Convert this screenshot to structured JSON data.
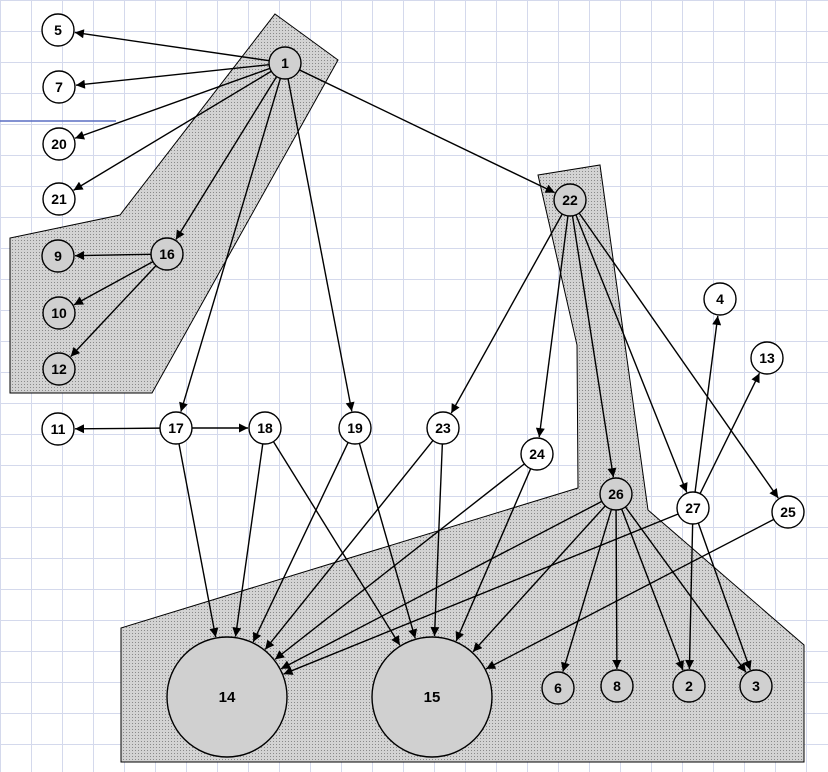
{
  "colors": {
    "region_fill": "#cfcfcf",
    "stroke": "#000000",
    "node_fill": "#ffffff",
    "node_in_region_fill": "#d0d0d0",
    "background": "#ffffff",
    "grid": "#d4d9ec",
    "blue_line": "#5a6fc4"
  },
  "nodes": [
    {
      "id": "1",
      "label": "1"
    },
    {
      "id": "5",
      "label": "5"
    },
    {
      "id": "7",
      "label": "7"
    },
    {
      "id": "20",
      "label": "20"
    },
    {
      "id": "21",
      "label": "21"
    },
    {
      "id": "16",
      "label": "16"
    },
    {
      "id": "9",
      "label": "9"
    },
    {
      "id": "10",
      "label": "10"
    },
    {
      "id": "12",
      "label": "12"
    },
    {
      "id": "22",
      "label": "22"
    },
    {
      "id": "4",
      "label": "4"
    },
    {
      "id": "13",
      "label": "13"
    },
    {
      "id": "11",
      "label": "11"
    },
    {
      "id": "17",
      "label": "17"
    },
    {
      "id": "18",
      "label": "18"
    },
    {
      "id": "19",
      "label": "19"
    },
    {
      "id": "23",
      "label": "23"
    },
    {
      "id": "24",
      "label": "24"
    },
    {
      "id": "26",
      "label": "26"
    },
    {
      "id": "27",
      "label": "27"
    },
    {
      "id": "25",
      "label": "25"
    },
    {
      "id": "14",
      "label": "14"
    },
    {
      "id": "15",
      "label": "15"
    },
    {
      "id": "6",
      "label": "6"
    },
    {
      "id": "8",
      "label": "8"
    },
    {
      "id": "2",
      "label": "2"
    },
    {
      "id": "3",
      "label": "3"
    }
  ],
  "edges": [
    [
      "1",
      "5"
    ],
    [
      "1",
      "7"
    ],
    [
      "1",
      "20"
    ],
    [
      "1",
      "21"
    ],
    [
      "1",
      "16"
    ],
    [
      "1",
      "17"
    ],
    [
      "1",
      "19"
    ],
    [
      "1",
      "22"
    ],
    [
      "16",
      "9"
    ],
    [
      "16",
      "10"
    ],
    [
      "16",
      "12"
    ],
    [
      "17",
      "11"
    ],
    [
      "17",
      "18"
    ],
    [
      "17",
      "14"
    ],
    [
      "18",
      "14"
    ],
    [
      "18",
      "15"
    ],
    [
      "19",
      "14"
    ],
    [
      "19",
      "15"
    ],
    [
      "23",
      "14"
    ],
    [
      "23",
      "15"
    ],
    [
      "24",
      "14"
    ],
    [
      "24",
      "15"
    ],
    [
      "22",
      "23"
    ],
    [
      "22",
      "24"
    ],
    [
      "22",
      "26"
    ],
    [
      "22",
      "27"
    ],
    [
      "22",
      "25"
    ],
    [
      "26",
      "14"
    ],
    [
      "26",
      "15"
    ],
    [
      "26",
      "6"
    ],
    [
      "26",
      "8"
    ],
    [
      "26",
      "2"
    ],
    [
      "26",
      "3"
    ],
    [
      "27",
      "14"
    ],
    [
      "27",
      "4"
    ],
    [
      "27",
      "13"
    ],
    [
      "27",
      "2"
    ],
    [
      "27",
      "3"
    ],
    [
      "25",
      "15"
    ]
  ]
}
